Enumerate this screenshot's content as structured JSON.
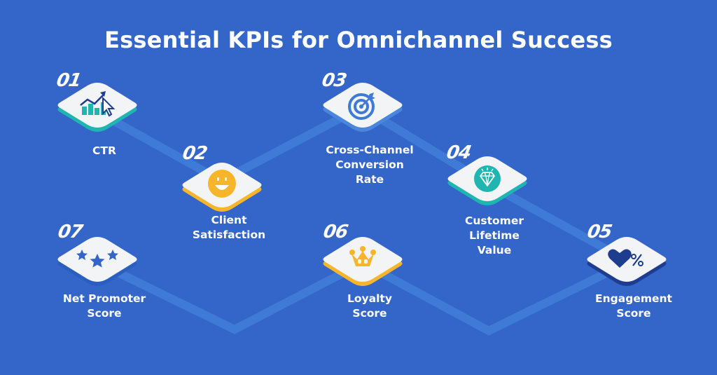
{
  "title": "Essential KPIs for Omnichannel Success",
  "colors": {
    "background": "#3366c8",
    "path_line": "#3f7ad6",
    "tile_face": "#f3f4f6",
    "teal_base": "#1fb5b0",
    "yellow_base": "#f6b52a",
    "blue_base": "#2a5fc0",
    "navy_icon": "#1e3d8f"
  },
  "kpis": [
    {
      "number": "01",
      "label_lines": [
        "CTR"
      ],
      "icon": "chart-cursor-icon",
      "base_color": "teal"
    },
    {
      "number": "02",
      "label_lines": [
        "Client",
        "Satisfaction"
      ],
      "icon": "smiley-face-icon",
      "base_color": "yellow"
    },
    {
      "number": "03",
      "label_lines": [
        "Cross-Channel",
        "Conversion",
        "Rate"
      ],
      "icon": "target-icon",
      "base_color": "blue"
    },
    {
      "number": "04",
      "label_lines": [
        "Customer",
        "Lifetime",
        "Value"
      ],
      "icon": "diamond-gem-icon",
      "base_color": "teal"
    },
    {
      "number": "05",
      "label_lines": [
        "Engagement",
        "Score"
      ],
      "icon": "heart-percent-icon",
      "base_color": "navy"
    },
    {
      "number": "06",
      "label_lines": [
        "Loyalty",
        "Score"
      ],
      "icon": "crown-icon",
      "base_color": "yellow"
    },
    {
      "number": "07",
      "label_lines": [
        "Net Promoter",
        "Score"
      ],
      "icon": "three-stars-icon",
      "base_color": "blue"
    }
  ]
}
